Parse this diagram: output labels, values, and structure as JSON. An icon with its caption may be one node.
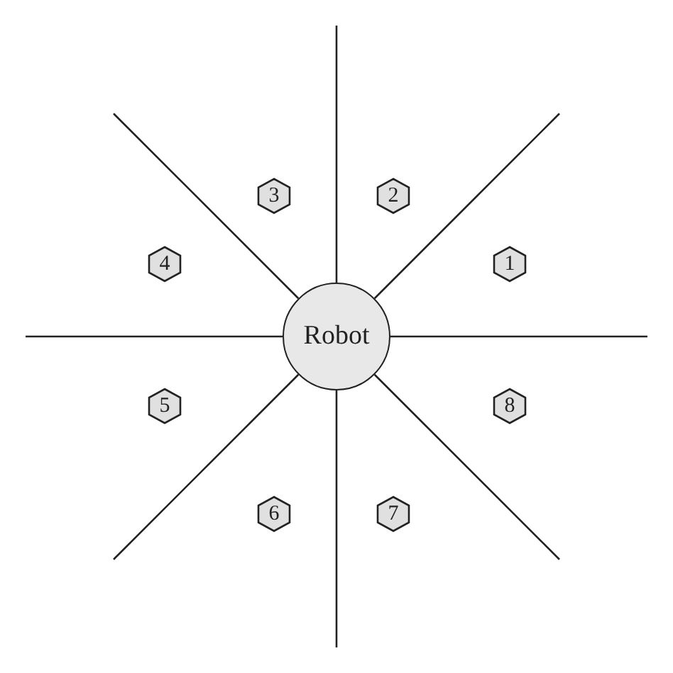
{
  "diagram": {
    "nodes": [
      {
        "text": [
          "3"
        ]
      },
      {
        "text": [
          "2"
        ]
      },
      {
        "text": [
          "4"
        ]
      },
      {
        "text": [
          "1"
        ]
      },
      {
        "text": [
          "Robot"
        ]
      },
      {
        "text": [
          "5"
        ]
      },
      {
        "text": [
          "8"
        ]
      },
      {
        "text": [
          "6"
        ]
      },
      {
        "text": [
          "7"
        ]
      }
    ],
    "edges": [
      {
        "from": 4,
        "to": null,
        "arrow": "none"
      },
      {
        "from": 4,
        "to": null,
        "arrow": "none"
      },
      {
        "from": 4,
        "to": null,
        "arrow": "none"
      },
      {
        "from": 4,
        "to": null,
        "arrow": "none"
      },
      {
        "from": 4,
        "to": null,
        "arrow": "none"
      },
      {
        "from": 4,
        "to": null,
        "arrow": "none"
      },
      {
        "from": 4,
        "to": null,
        "arrow": "none"
      },
      {
        "from": 4,
        "to": null,
        "arrow": "none"
      }
    ]
  }
}
